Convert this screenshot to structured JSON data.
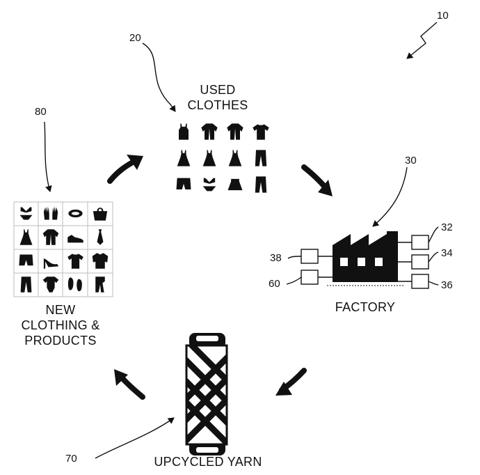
{
  "figure_ref": "10",
  "nodes": {
    "used_clothes": {
      "ref": "20",
      "lines": [
        "USED",
        "CLOTHES"
      ]
    },
    "factory": {
      "ref": "30",
      "label": "FACTORY",
      "boxes_right": [
        "32",
        "34",
        "36"
      ],
      "boxes_left": [
        "38",
        "60"
      ]
    },
    "yarn": {
      "ref": "70",
      "label": "UPCYCLED YARN"
    },
    "new_products": {
      "ref": "80",
      "lines": [
        "NEW",
        "CLOTHING &",
        "PRODUCTS"
      ]
    }
  },
  "icons": {
    "used_clothes_grid": [
      [
        "tank-top-icon",
        "jacket-icon",
        "jacket-icon",
        "tshirt-icon"
      ],
      [
        "dress-icon",
        "dress-icon",
        "dress-icon",
        "pants-icon"
      ],
      [
        "shorts-icon",
        "bikini-icon",
        "skirt-icon",
        "pants-icon"
      ]
    ],
    "new_products_grid": [
      [
        "bikini-icon",
        "gloves-icon",
        "bracelet-icon",
        "handbag-icon"
      ],
      [
        "dress-icon",
        "jacket-icon",
        "sneaker-icon",
        "tie-icon"
      ],
      [
        "shorts-icon",
        "high-heel-icon",
        "tshirt-icon",
        "shirt-icon"
      ],
      [
        "pants-icon",
        "bodysuit-icon",
        "flip-flops-icon",
        "scarf-icon"
      ]
    ]
  }
}
